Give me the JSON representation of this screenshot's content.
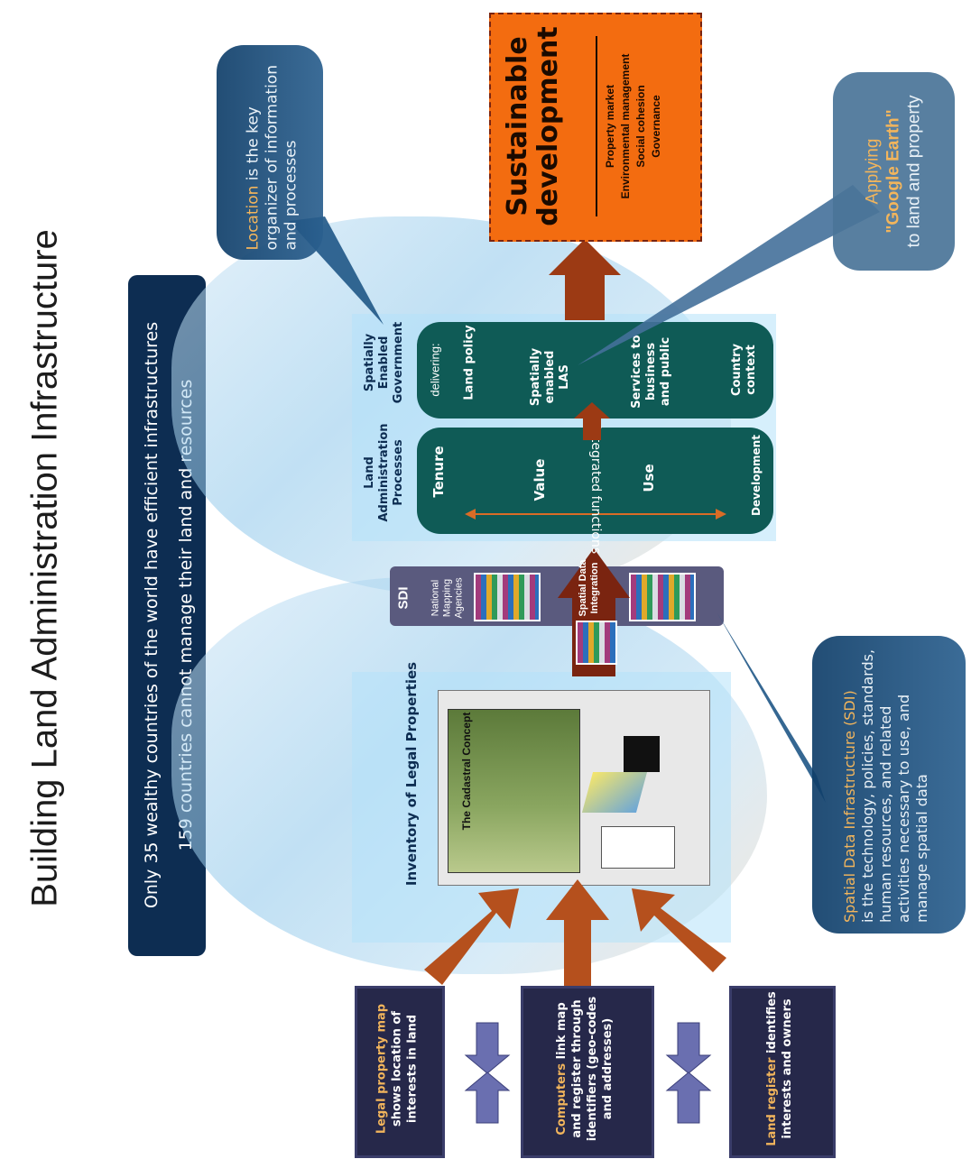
{
  "title": "Building Land Administration Infrastructure",
  "banner": {
    "line1": "Only 35 wealthy countries of the world have efficient infrastructures",
    "line2": "159 countries cannot manage their land and resources"
  },
  "inventory": {
    "label": "Inventory of Legal Properties",
    "photo_title": "The Cadastral Concept"
  },
  "sdi": {
    "label": "SDI",
    "sub": "National Mapping Agencies",
    "integration": "Spatial Data Integration"
  },
  "lap": {
    "header": "Land Administration Processes",
    "items": [
      "Tenure",
      "Value",
      "Use",
      "Development"
    ],
    "integrated": "Integrated functions"
  },
  "seg": {
    "header": "Spatially Enabled Government",
    "delivering": "delivering:",
    "items": [
      "Land policy",
      "Spatially enabled LAS",
      "Services to business and public",
      "Country context"
    ]
  },
  "sustainable": {
    "title": "Sustainable development",
    "items": [
      "Property market",
      "Environmental management",
      "Social cohesion",
      "Governance"
    ]
  },
  "bubbles": {
    "location": {
      "hl": "Location",
      "rest": " is the key organizer of information and processes"
    },
    "google": {
      "pre": "Applying",
      "hl": "\"Google Earth\"",
      "post": "to land and property"
    },
    "sdi": {
      "hl": "Spatial Data Infrastructure (SDI)",
      "rest": "is the technology, policies, standards, human resources, and related activities necessary to use, and manage spatial data"
    }
  },
  "sources": [
    {
      "hl": "Legal property map",
      "rest": "shows location of interests in land"
    },
    {
      "hl": "Computers",
      "rest": "link map and register through identifiers (geo-codes and addresses)"
    },
    {
      "hl": "Land register",
      "rest": "identifies interests and owners"
    }
  ],
  "colors": {
    "navy": "#0d2d52",
    "teal": "#0f5b56",
    "orange": "#f36c10",
    "arrow": "#b5501d",
    "highlight": "#f2b55c"
  }
}
